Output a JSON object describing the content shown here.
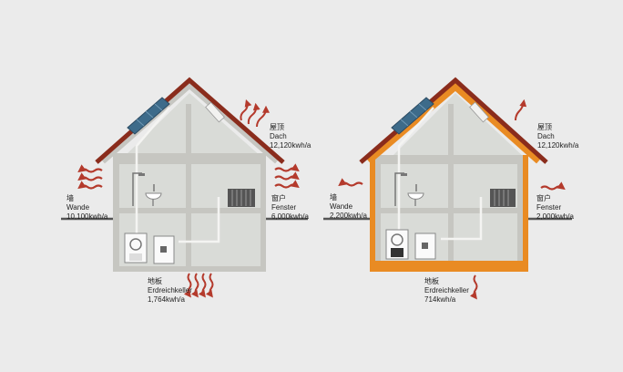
{
  "colors": {
    "background": "#ebebeb",
    "roof": "#8a2c1c",
    "wall": "#c6c6c1",
    "interior": "#d9dbd7",
    "insulation": "#e98b23",
    "heat_arrow": "#b43a2c",
    "ground": "#555555",
    "solar_panel": "#3d6b8a"
  },
  "icons": [
    "heat-loss-arrow-icon",
    "solar-panel-icon",
    "shower-icon",
    "sink-icon",
    "radiator-icon",
    "boiler-icon",
    "water-tank-icon"
  ],
  "houses": [
    {
      "variant": "uninsulated",
      "roof": {
        "zh": "屋顶",
        "de": "Dach",
        "value": "12,120kwh/a"
      },
      "wall": {
        "zh": "墙",
        "de": "Wande",
        "value": "10,100kwh/a"
      },
      "window": {
        "zh": "窗户",
        "de": "Fenster",
        "value": "6,000kwh/a"
      },
      "floor": {
        "zh": "地板",
        "de": "Erdreichkeller",
        "value": "1,764kwh/a"
      }
    },
    {
      "variant": "insulated",
      "roof": {
        "zh": "屋顶",
        "de": "Dach",
        "value": "12,120kwh/a"
      },
      "wall": {
        "zh": "墙",
        "de": "Wande",
        "value": "2,200kwh/a"
      },
      "window": {
        "zh": "窗户",
        "de": "Fenster",
        "value": "2,000kwh/a"
      },
      "floor": {
        "zh": "地板",
        "de": "Erdreichkeller",
        "value": "714kwh/a"
      }
    }
  ]
}
